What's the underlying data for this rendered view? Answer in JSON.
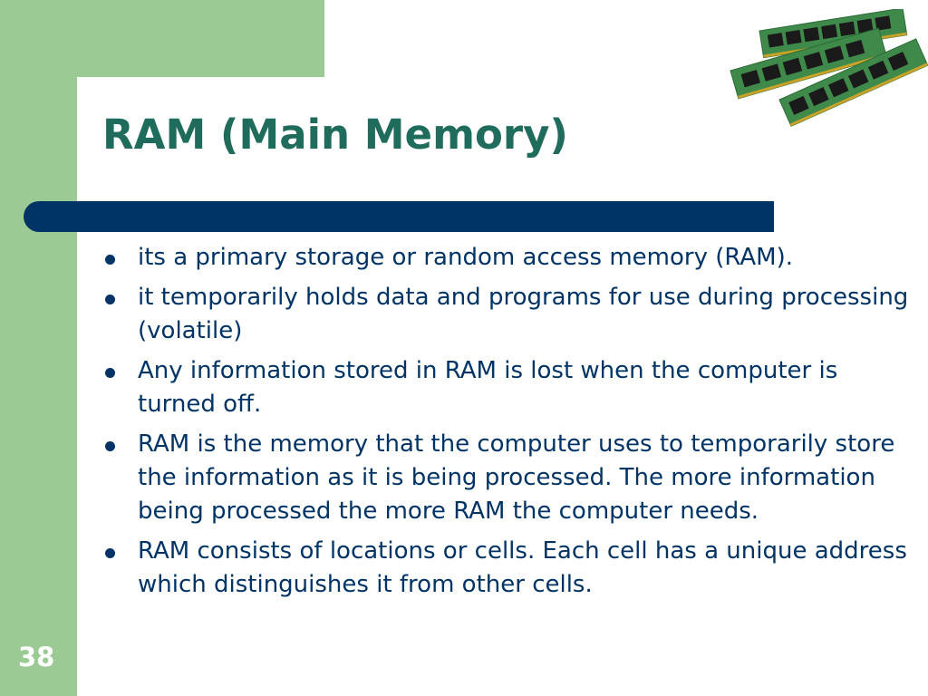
{
  "slide": {
    "title": "RAM (Main Memory)",
    "page_number": "38",
    "bullets": [
      "its a primary storage or random access memory (RAM).",
      "it temporarily holds data and programs for use during processing (volatile)",
      "Any information stored in RAM is lost when the computer is turned off.",
      "RAM is the memory that the computer uses to temporarily store the information as it is being processed. The more information being processed the more RAM the computer needs.",
      "RAM consists of  locations or cells. Each cell has a unique address which distinguishes it from other cells."
    ]
  },
  "colors": {
    "accent_green": "#9cca95",
    "title_teal": "#1f6b5c",
    "navy": "#003366",
    "pcb_green": "#3f8a4a",
    "chip_black": "#1a1a1a",
    "gold": "#c9a227"
  },
  "image": {
    "name": "ram-modules-image"
  }
}
